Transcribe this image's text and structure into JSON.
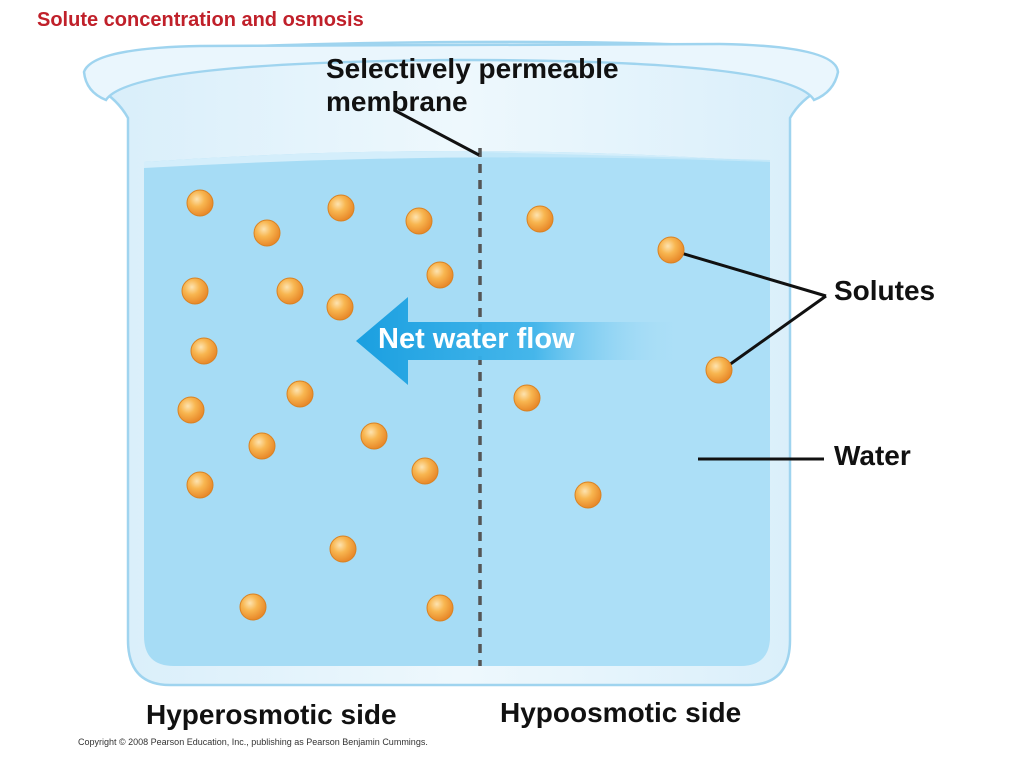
{
  "title": "Solute concentration and osmosis",
  "labels": {
    "membrane_line1": "Selectively permeable",
    "membrane_line2": "membrane",
    "solutes": "Solutes",
    "water": "Water",
    "net_water_flow": "Net water flow",
    "hyperosmotic_side": "Hyperosmotic side",
    "hypoosmotic_side": "Hypoosmotic side"
  },
  "copyright": "Copyright © 2008 Pearson Education, Inc., publishing as Pearson Benjamin Cummings.",
  "colors": {
    "title": "#c0202a",
    "water": "#a6dcf5",
    "water_surface": "#d4eefb",
    "beaker_glass": "#e2f3fc",
    "beaker_outline": "#9fd4ef",
    "solute": "#f5a83a",
    "solute_highlight": "#fde0a8",
    "arrow": "#1a9fe0",
    "membrane": "#555555"
  }
}
